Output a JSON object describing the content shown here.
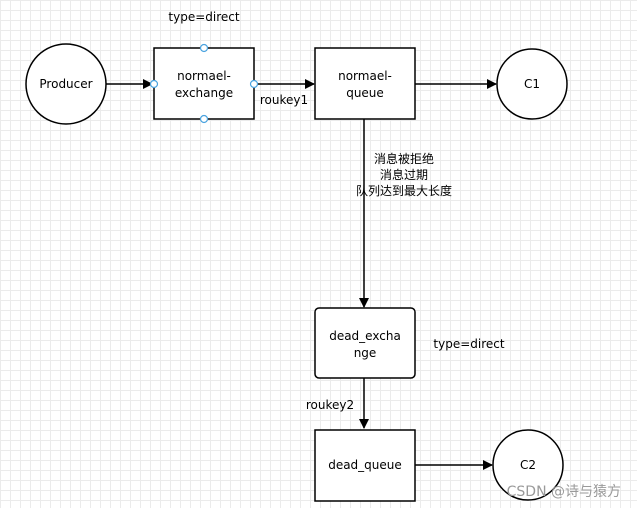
{
  "diagram": {
    "nodes": {
      "producer": "Producer",
      "normal_exchange_line1": "normael-",
      "normal_exchange_line2": "exchange",
      "normal_queue_line1": "normael-",
      "normal_queue_line2": "queue",
      "c1": "C1",
      "dead_exchange_line1": "dead_excha",
      "dead_exchange_line2": "nge",
      "dead_queue": "dead_queue",
      "c2": "C2"
    },
    "labels": {
      "exchange_type_top": "type=direct",
      "routing_key_1": "roukey1",
      "dead_letter_reason_1": "消息被拒绝",
      "dead_letter_reason_2": "消息过期",
      "dead_letter_reason_3": "队列达到最大长度",
      "exchange_type_dead": "type=direct",
      "routing_key_2": "roukey2"
    },
    "colors": {
      "line": "#000000",
      "anchor_point": "#4aa3df",
      "grid": "#ebebeb"
    }
  },
  "watermark": "CSDN @诗与猿方"
}
